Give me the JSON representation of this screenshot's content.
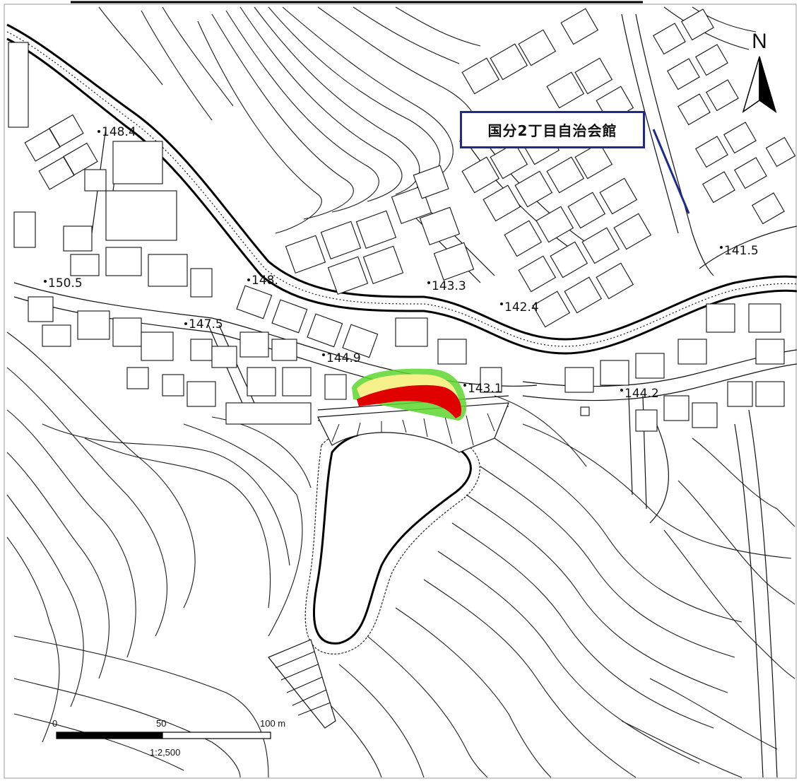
{
  "map": {
    "facility_label": "国分2丁目自治会館",
    "north_label": "N",
    "scale_ticks": [
      "0",
      "50",
      "100 m"
    ],
    "scale_ratio": "1:2,500",
    "colors": {
      "label_border": "#1f2a8a",
      "leader_line": "#1f2a8a",
      "hazard_red": "#e00000",
      "hazard_yellow": "#f5f08a",
      "hazard_green": "#5cd62e"
    },
    "elevation_points": [
      "148.4",
      "150.5",
      "148.",
      "147.5",
      "144.9",
      "143.3",
      "142.4",
      "143.1",
      "144.2",
      "141.5"
    ]
  }
}
